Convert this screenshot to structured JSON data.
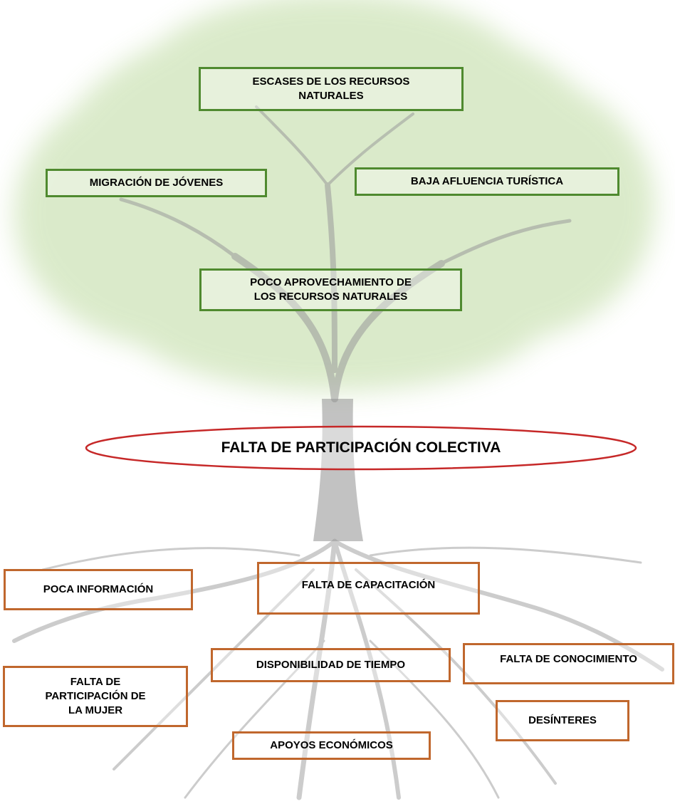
{
  "colors": {
    "effect_border": "#4f8a2f",
    "cause_border": "#c0672d",
    "core_border": "#c62828",
    "foliage": "#a9cf82",
    "trunk": "#9a9a9a"
  },
  "core_problem": "FALTA DE PARTICIPACIÓN COLECTIVA",
  "effects": [
    {
      "label": "ESCASES DE LOS RECURSOS\nNATURALES"
    },
    {
      "label": "MIGRACIÓN DE JÓVENES"
    },
    {
      "label": "BAJA AFLUENCIA TURÍSTICA"
    },
    {
      "label": "POCO APROVECHAMIENTO DE\nLOS RECURSOS NATURALES"
    }
  ],
  "causes": [
    {
      "label": "POCA INFORMACIÓN"
    },
    {
      "label": "FALTA DE CAPACITACIÓN"
    },
    {
      "label": "DISPONIBILIDAD DE TIEMPO"
    },
    {
      "label": "FALTA DE CONOCIMIENTO"
    },
    {
      "label": "FALTA DE\nPARTICIPACIÓN DE\nLA MUJER"
    },
    {
      "label": "DESÍNTERES"
    },
    {
      "label": "APOYOS ECONÓMICOS"
    }
  ]
}
